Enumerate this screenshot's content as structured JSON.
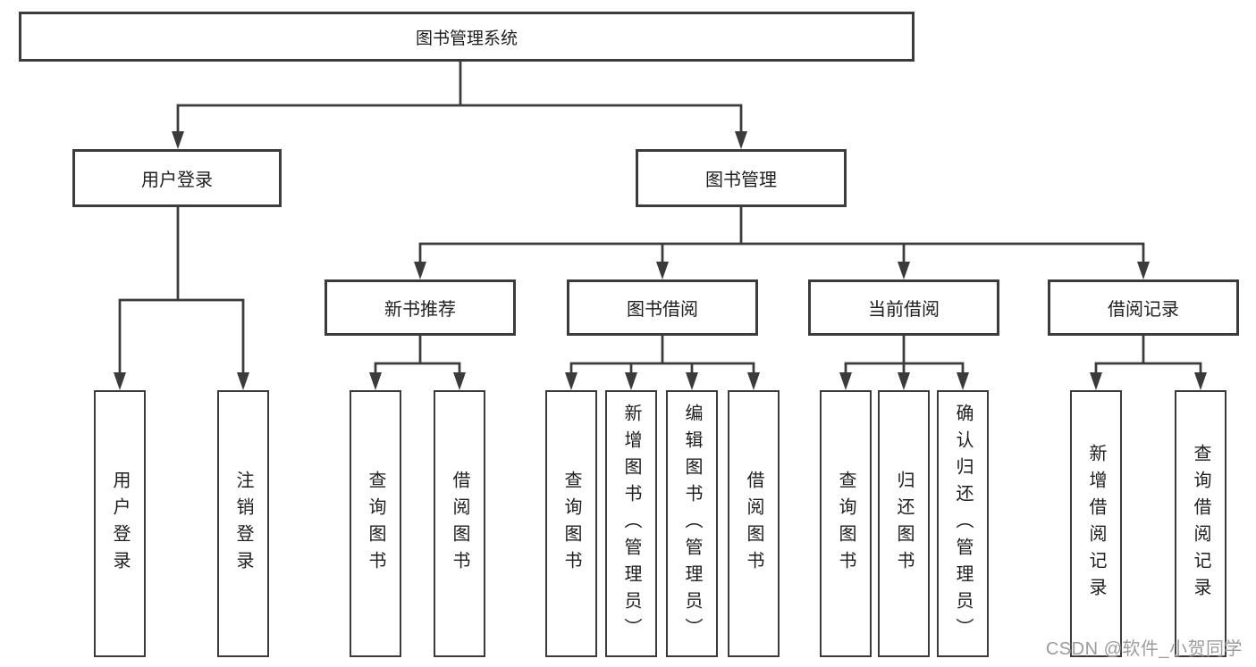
{
  "diagram": {
    "root": {
      "label": "图书管理系统",
      "children": [
        {
          "label": "用户登录",
          "children": [
            {
              "label": "用户登录"
            },
            {
              "label": "注销登录"
            }
          ]
        },
        {
          "label": "图书管理",
          "children": [
            {
              "label": "新书推荐",
              "children": [
                {
                  "label": "查询图书"
                },
                {
                  "label": "借阅图书"
                }
              ]
            },
            {
              "label": "图书借阅",
              "children": [
                {
                  "label": "查询图书"
                },
                {
                  "label": "新增图书（管理员）"
                },
                {
                  "label": "编辑图书（管理员）"
                },
                {
                  "label": "借阅图书"
                }
              ]
            },
            {
              "label": "当前借阅",
              "children": [
                {
                  "label": "查询图书"
                },
                {
                  "label": "归还图书"
                },
                {
                  "label": "确认归还（管理员）"
                }
              ]
            },
            {
              "label": "借阅记录",
              "children": [
                {
                  "label": "新增借阅记录"
                },
                {
                  "label": "查询借阅记录"
                }
              ]
            }
          ]
        }
      ]
    }
  },
  "watermark": {
    "text": "CSDN @软件_小贺同学",
    "color": "#9c9c9c"
  },
  "colors": {
    "line": "#3b3b3b",
    "text": "#1e1e1e",
    "background": "#ffffff"
  }
}
